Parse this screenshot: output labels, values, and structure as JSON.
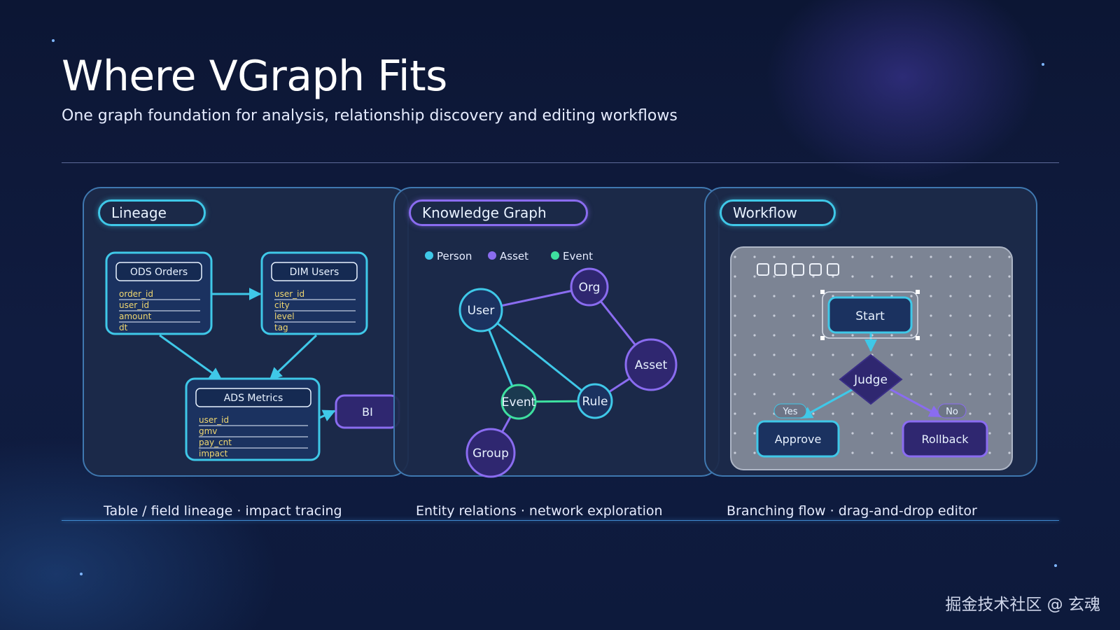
{
  "title": "Where VGraph Fits",
  "subtitle": "One graph foundation for analysis, relationship discovery and editing workflows",
  "panels": {
    "lineage": {
      "label": "Lineage",
      "tables": [
        {
          "name": "ODS Orders",
          "fields": [
            "order_id",
            "user_id",
            "amount",
            "dt"
          ]
        },
        {
          "name": "DIM Users",
          "fields": [
            "user_id",
            "city",
            "level",
            "tag"
          ]
        },
        {
          "name": "ADS Metrics",
          "fields": [
            "user_id",
            "gmv",
            "pay_cnt",
            "impact"
          ]
        }
      ],
      "target": "BI",
      "caption": "Table / field lineage · impact tracing"
    },
    "knowledge": {
      "label": "Knowledge Graph",
      "legend": [
        {
          "label": "Person",
          "color": "#3fc8e8"
        },
        {
          "label": "Asset",
          "color": "#8a6cf0"
        },
        {
          "label": "Event",
          "color": "#3ee0a0"
        }
      ],
      "nodes": {
        "user": "User",
        "org": "Org",
        "asset": "Asset",
        "rule": "Rule",
        "event": "Event",
        "group": "Group"
      },
      "caption": "Entity relations · network exploration"
    },
    "workflow": {
      "label": "Workflow",
      "nodes": {
        "start": "Start",
        "judge": "Judge",
        "approve": "Approve",
        "rollback": "Rollback"
      },
      "edge_labels": {
        "yes": "Yes",
        "no": "No"
      },
      "caption": "Branching flow · drag-and-drop editor"
    }
  },
  "watermark": "掘金技术社区 @ 玄魂"
}
